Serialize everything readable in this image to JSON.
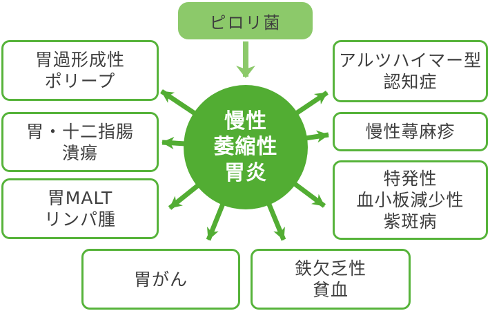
{
  "colors": {
    "circle_bg": "#52ad33",
    "circle_text": "#ffffff",
    "arrow": "#52ad33",
    "source_bg": "#8cc96a",
    "source_arrow": "#8cc96a",
    "box_border": "#56b33a",
    "box_bg": "#ffffff",
    "text": "#3e3e3e"
  },
  "source": {
    "label": "ピロリ菌"
  },
  "center": {
    "lines": [
      "慢性",
      "萎縮性",
      "胃炎"
    ]
  },
  "nodes": {
    "top_left": {
      "lines": [
        "胃過形成性",
        "ポリープ"
      ]
    },
    "mid_left": {
      "lines": [
        "胃・十二指腸",
        "潰瘍"
      ]
    },
    "bottom_left": {
      "lines": [
        "胃MALT",
        "リンパ腫"
      ]
    },
    "top_right": {
      "lines": [
        "アルツハイマー型",
        "認知症"
      ]
    },
    "mid_right": {
      "lines": [
        "慢性蕁麻疹"
      ]
    },
    "bottom_right": {
      "lines": [
        "特発性",
        "血小板減少性",
        "紫斑病"
      ]
    },
    "bottom_center_left": {
      "lines": [
        "胃がん"
      ]
    },
    "bottom_center_right": {
      "lines": [
        "鉄欠乏性",
        "貧血"
      ]
    }
  }
}
